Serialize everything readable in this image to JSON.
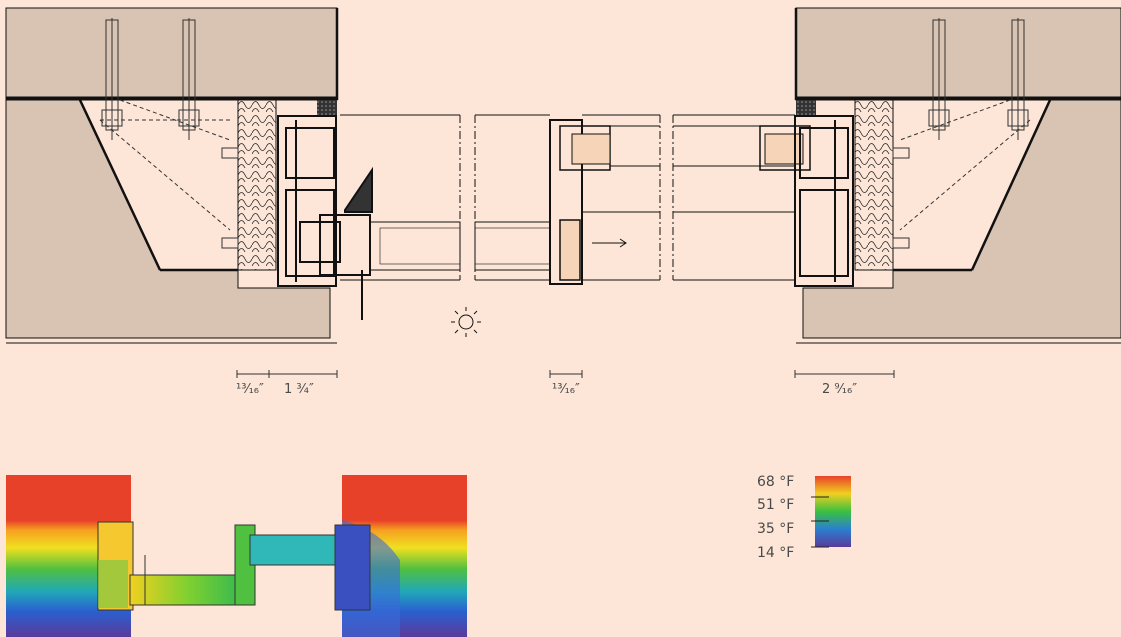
{
  "dimensions": {
    "left_a": "¹³⁄₁₆″",
    "left_b": "1 ¾″",
    "middle": "¹³⁄₁₆″",
    "right": "2 ⁹⁄₁₆″"
  },
  "legend": {
    "labels": [
      "68 °F",
      "51 °F",
      "35 °F",
      "14 °F"
    ],
    "colors": [
      "#e8412a",
      "#f0d020",
      "#3ac040",
      "#2a7fd0",
      "#5a3a9a"
    ]
  },
  "icons": {
    "sun": "sun-icon",
    "arrow": "arrow-right-icon"
  }
}
